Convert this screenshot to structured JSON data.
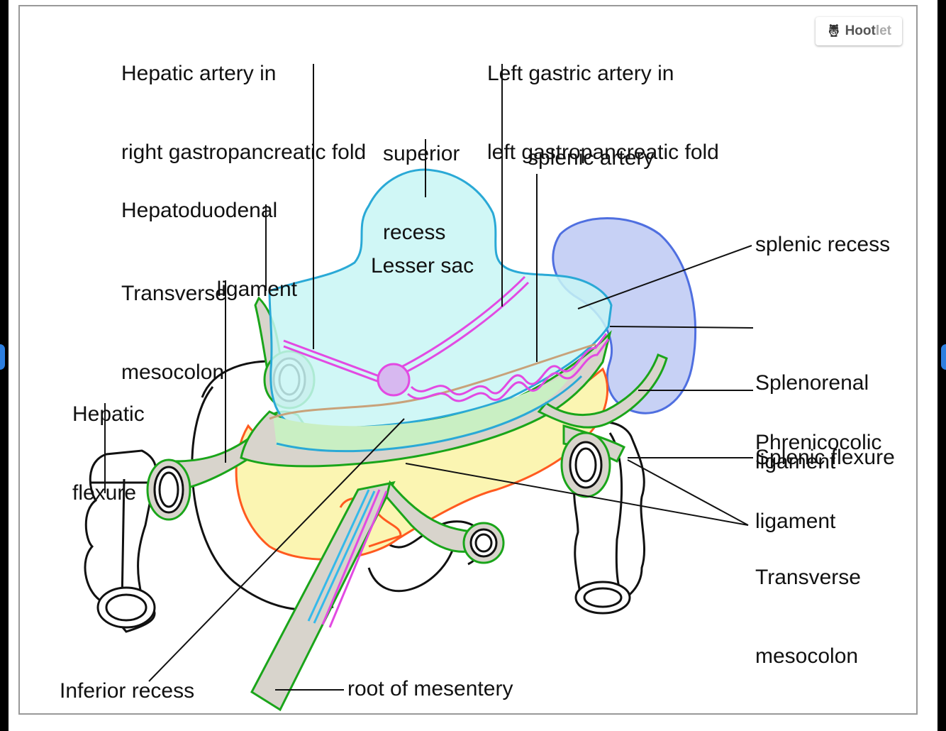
{
  "badge": {
    "owl_icon": "owl-icon",
    "word_main": "Hoot",
    "word_suffix": "let"
  },
  "labels": {
    "hepatic_artery": [
      "Hepatic artery in",
      "right gastropancreatic fold"
    ],
    "left_gastric_artery": [
      "Left gastric artery in",
      "left gastropancreatic fold"
    ],
    "superior_recess": [
      "superior",
      "recess"
    ],
    "hepatoduodenal_ligament": [
      "Hepatoduodenal",
      "ligament"
    ],
    "splenic_artery": "splenic artery",
    "transverse_mesocolon_left": [
      "Transverse",
      "mesocolon"
    ],
    "lesser_sac": "Lesser sac",
    "splenic_recess": "splenic recess",
    "splenorenal_ligament": [
      "Splenorenal",
      "ligament"
    ],
    "hepatic_flexure": [
      "Hepatic",
      "flexure"
    ],
    "phrenicocolic_ligament": [
      "Phrenicocolic",
      "ligament"
    ],
    "splenic_flexure": "Splenic flexure",
    "transverse_mesocolon_right": [
      "Transverse",
      "mesocolon"
    ],
    "inferior_recess": "Inferior recess",
    "root_of_mesentery": "root of mesentery"
  },
  "colors": {
    "lesser_sac_fill": "#c8f6f4",
    "lesser_sac_stroke": "#2aa9d6",
    "spleen_fill": "#b9c6f2",
    "spleen_stroke": "#4f6fe0",
    "pancreas_fill": "#fbf5b2",
    "pancreas_stroke": "#ff5a1f",
    "peritoneum_fill": "#d8d4cc",
    "peritoneum_stroke": "#1aa51a",
    "artery_stroke": "#e24ae2",
    "inferior_recess_fill": "#c9efc3",
    "outline": "#111111"
  }
}
